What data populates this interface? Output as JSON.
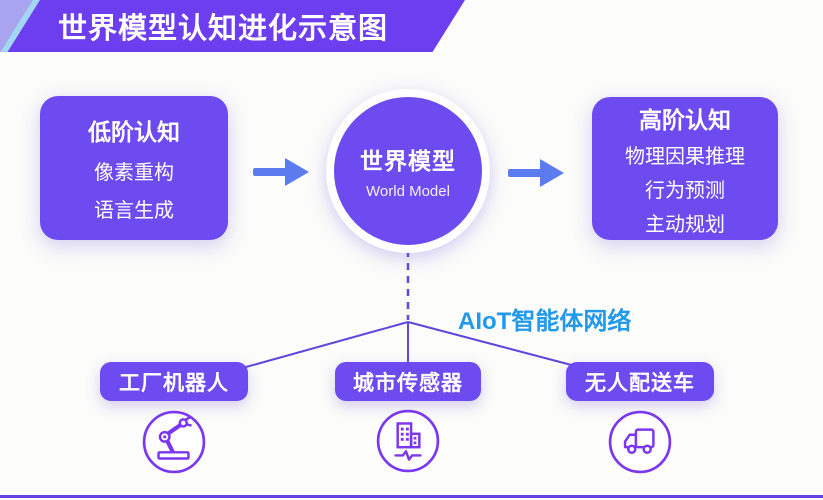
{
  "title": "世界模型认知进化示意图",
  "colors": {
    "banner_purple": "#6d3df0",
    "banner_lavender": "#a9a4ef",
    "banner_cyan": "#a2d8f3",
    "box_purple": "#6d4bf0",
    "arrow_blue": "#5c7bee",
    "connector_purple": "#5f47dc",
    "network_label_blue": "#2399ea",
    "icon_purple": "#7b37ef",
    "text_white": "#ffffff"
  },
  "diagram": {
    "left_box": {
      "heading": "低阶认知",
      "items": [
        "像素重构",
        "语言生成"
      ]
    },
    "center": {
      "title": "世界模型",
      "subtitle": "World Model"
    },
    "right_box": {
      "heading": "高阶认知",
      "items": [
        "物理因果推理",
        "行为预测",
        "主动规划"
      ]
    },
    "network_label": "AIoT智能体网络",
    "nodes": [
      {
        "label": "工厂机器人",
        "icon": "robot-arm-icon"
      },
      {
        "label": "城市传感器",
        "icon": "city-sensor-icon"
      },
      {
        "label": "无人配送车",
        "icon": "delivery-truck-icon"
      }
    ]
  }
}
